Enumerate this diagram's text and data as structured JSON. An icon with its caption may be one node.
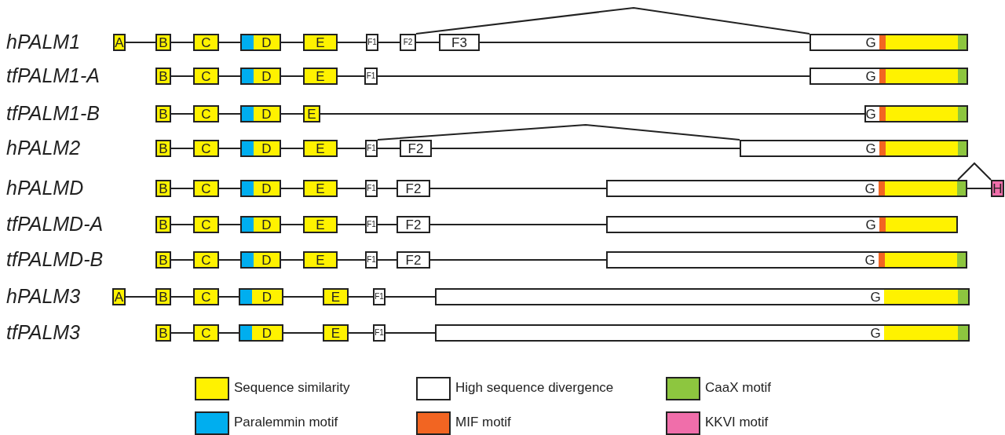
{
  "diagram": {
    "nodes": [
      {
        "text": [
          "A"
        ]
      },
      {
        "text": [
          "B"
        ]
      },
      {
        "text": [
          "C"
        ]
      },
      {
        "text": [
          "D"
        ]
      },
      {
        "text": [
          "E"
        ]
      },
      {
        "text": [
          "F1"
        ]
      },
      {
        "text": [
          "F2"
        ]
      },
      {
        "text": [
          "F3"
        ]
      },
      {
        "text": [
          "G"
        ]
      },
      {
        "text": [
          "B"
        ]
      },
      {
        "text": [
          "C"
        ]
      },
      {
        "text": [
          "D"
        ]
      },
      {
        "text": [
          "E"
        ]
      },
      {
        "text": [
          "F1"
        ]
      },
      {
        "text": [
          "G"
        ]
      },
      {
        "text": [
          "B"
        ]
      },
      {
        "text": [
          "C"
        ]
      },
      {
        "text": [
          "D"
        ]
      },
      {
        "text": [
          "E"
        ]
      },
      {
        "text": [
          "G"
        ]
      },
      {
        "text": [
          "B"
        ]
      },
      {
        "text": [
          "C"
        ]
      },
      {
        "text": [
          "D"
        ]
      },
      {
        "text": [
          "E"
        ]
      },
      {
        "text": [
          "F1"
        ]
      },
      {
        "text": [
          "F2"
        ]
      },
      {
        "text": [
          "G"
        ]
      },
      {
        "text": [
          "B"
        ]
      },
      {
        "text": [
          "C"
        ]
      },
      {
        "text": [
          "D"
        ]
      },
      {
        "text": [
          "E"
        ]
      },
      {
        "text": [
          "F1"
        ]
      },
      {
        "text": [
          "F2"
        ]
      },
      {
        "text": [
          "G"
        ]
      },
      {
        "text": [
          "H"
        ]
      },
      {
        "text": [
          "B"
        ]
      },
      {
        "text": [
          "C"
        ]
      },
      {
        "text": [
          "D"
        ]
      },
      {
        "text": [
          "E"
        ]
      },
      {
        "text": [
          "F1"
        ]
      },
      {
        "text": [
          "F2"
        ]
      },
      {
        "text": [
          "G"
        ]
      },
      {
        "text": [
          "B"
        ]
      },
      {
        "text": [
          "C"
        ]
      },
      {
        "text": [
          "D"
        ]
      },
      {
        "text": [
          "E"
        ]
      },
      {
        "text": [
          "F1"
        ]
      },
      {
        "text": [
          "F2"
        ]
      },
      {
        "text": [
          "G"
        ]
      },
      {
        "text": [
          "A"
        ]
      },
      {
        "text": [
          "B"
        ]
      },
      {
        "text": [
          "C"
        ]
      },
      {
        "text": [
          "D"
        ]
      },
      {
        "text": [
          "E"
        ]
      },
      {
        "text": [
          "F1"
        ]
      },
      {
        "text": [
          "G"
        ]
      },
      {
        "text": [
          "B"
        ]
      },
      {
        "text": [
          "C"
        ]
      },
      {
        "text": [
          "D"
        ]
      },
      {
        "text": [
          "E"
        ]
      },
      {
        "text": [
          "F1"
        ]
      },
      {
        "text": [
          "G"
        ]
      }
    ],
    "edges": [
      {
        "from": 0,
        "to": 1,
        "arrow": "none"
      },
      {
        "from": 1,
        "to": 2,
        "arrow": "none"
      },
      {
        "from": 2,
        "to": 3,
        "arrow": "none"
      },
      {
        "from": 3,
        "to": 4,
        "arrow": "none"
      },
      {
        "from": 4,
        "to": 5,
        "arrow": "none"
      },
      {
        "from": 5,
        "to": 6,
        "arrow": "none"
      },
      {
        "from": 6,
        "to": 7,
        "arrow": "none"
      },
      {
        "from": 7,
        "to": 8,
        "arrow": "none"
      },
      {
        "from": 6,
        "to": 8,
        "arrow": "none"
      },
      {
        "from": 9,
        "to": 10,
        "arrow": "none"
      },
      {
        "from": 10,
        "to": 11,
        "arrow": "none"
      },
      {
        "from": 11,
        "to": 12,
        "arrow": "none"
      },
      {
        "from": 12,
        "to": 13,
        "arrow": "none"
      },
      {
        "from": 13,
        "to": 14,
        "arrow": "none"
      },
      {
        "from": 15,
        "to": 16,
        "arrow": "none"
      },
      {
        "from": 16,
        "to": 17,
        "arrow": "none"
      },
      {
        "from": 17,
        "to": 18,
        "arrow": "none"
      },
      {
        "from": 18,
        "to": 19,
        "arrow": "none"
      },
      {
        "from": 20,
        "to": 21,
        "arrow": "none"
      },
      {
        "from": 21,
        "to": 22,
        "arrow": "none"
      },
      {
        "from": 22,
        "to": 23,
        "arrow": "none"
      },
      {
        "from": 23,
        "to": 24,
        "arrow": "none"
      },
      {
        "from": 24,
        "to": 25,
        "arrow": "none"
      },
      {
        "from": 25,
        "to": 26,
        "arrow": "none"
      },
      {
        "from": 24,
        "to": 26,
        "arrow": "none"
      },
      {
        "from": 27,
        "to": 28,
        "arrow": "none"
      },
      {
        "from": 28,
        "to": 29,
        "arrow": "none"
      },
      {
        "from": 29,
        "to": 30,
        "arrow": "none"
      },
      {
        "from": 30,
        "to": 31,
        "arrow": "none"
      },
      {
        "from": 31,
        "to": 32,
        "arrow": "none"
      },
      {
        "from": 32,
        "to": 33,
        "arrow": "none"
      },
      {
        "from": 33,
        "to": 34,
        "arrow": "none"
      },
      {
        "from": 33,
        "to": 34,
        "arrow": "none"
      },
      {
        "from": 35,
        "to": 36,
        "arrow": "none"
      },
      {
        "from": 36,
        "to": 37,
        "arrow": "none"
      },
      {
        "from": 37,
        "to": 38,
        "arrow": "none"
      },
      {
        "from": 38,
        "to": 39,
        "arrow": "none"
      },
      {
        "from": 39,
        "to": 40,
        "arrow": "none"
      },
      {
        "from": 40,
        "to": 41,
        "arrow": "none"
      },
      {
        "from": 42,
        "to": 43,
        "arrow": "none"
      },
      {
        "from": 43,
        "to": 44,
        "arrow": "none"
      },
      {
        "from": 44,
        "to": 45,
        "arrow": "none"
      },
      {
        "from": 45,
        "to": 46,
        "arrow": "none"
      },
      {
        "from": 46,
        "to": 47,
        "arrow": "none"
      },
      {
        "from": 47,
        "to": 48,
        "arrow": "none"
      },
      {
        "from": 49,
        "to": 50,
        "arrow": "none"
      },
      {
        "from": 50,
        "to": 51,
        "arrow": "none"
      },
      {
        "from": 51,
        "to": 52,
        "arrow": "none"
      },
      {
        "from": 52,
        "to": 53,
        "arrow": "none"
      },
      {
        "from": 53,
        "to": 54,
        "arrow": "none"
      },
      {
        "from": 54,
        "to": 55,
        "arrow": "none"
      },
      {
        "from": 56,
        "to": 57,
        "arrow": "none"
      },
      {
        "from": 57,
        "to": 58,
        "arrow": "none"
      },
      {
        "from": 58,
        "to": 59,
        "arrow": "none"
      },
      {
        "from": 59,
        "to": 60,
        "arrow": "none"
      },
      {
        "from": 60,
        "to": 61,
        "arrow": "none"
      }
    ],
    "labels": [
      "hPALM1",
      "tfPALM1-A",
      "tfPALM1-B",
      "hPALM2",
      "hPALMD",
      "tfPALMD-A",
      "tfPALMD-B",
      "hPALM3",
      "tfPALM3"
    ],
    "legend": [
      {
        "text": "Sequence similarity",
        "color": "#fff200"
      },
      {
        "text": "High sequence divergence",
        "color": "#ffffff"
      },
      {
        "text": "CaaX motif",
        "color": "#8dc63f"
      },
      {
        "text": "Paralemmin motif",
        "color": "#00aeef"
      },
      {
        "text": "MIF motif",
        "color": "#f26522"
      },
      {
        "text": "KKVI motif",
        "color": "#f06eaa"
      }
    ]
  }
}
